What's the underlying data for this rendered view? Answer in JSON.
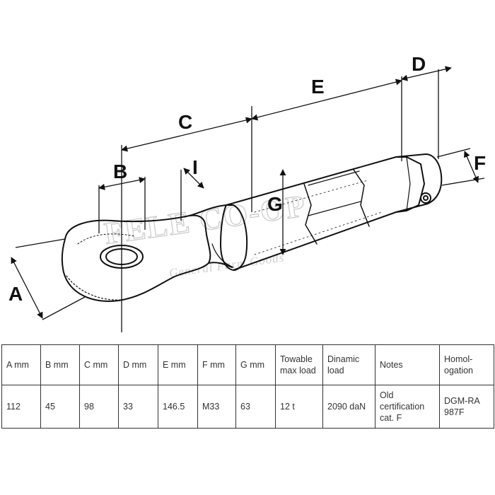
{
  "diagram": {
    "dimension_labels": {
      "a": "A",
      "b": "B",
      "c": "C",
      "d": "D",
      "e": "E",
      "f": "F",
      "g": "G",
      "i": "I"
    }
  },
  "table": {
    "headers": [
      "A mm",
      "B mm",
      "C mm",
      "D mm",
      "E mm",
      "F mm",
      "G mm",
      "Towable max load",
      "Dinamic load",
      "Notes",
      "Homol-ogation"
    ],
    "values": [
      "112",
      "45",
      "98",
      "33",
      "146.5",
      "M33",
      "63",
      "12 t",
      "2090 daN",
      "Old certification cat. F",
      "DGM-RA 987F"
    ]
  }
}
